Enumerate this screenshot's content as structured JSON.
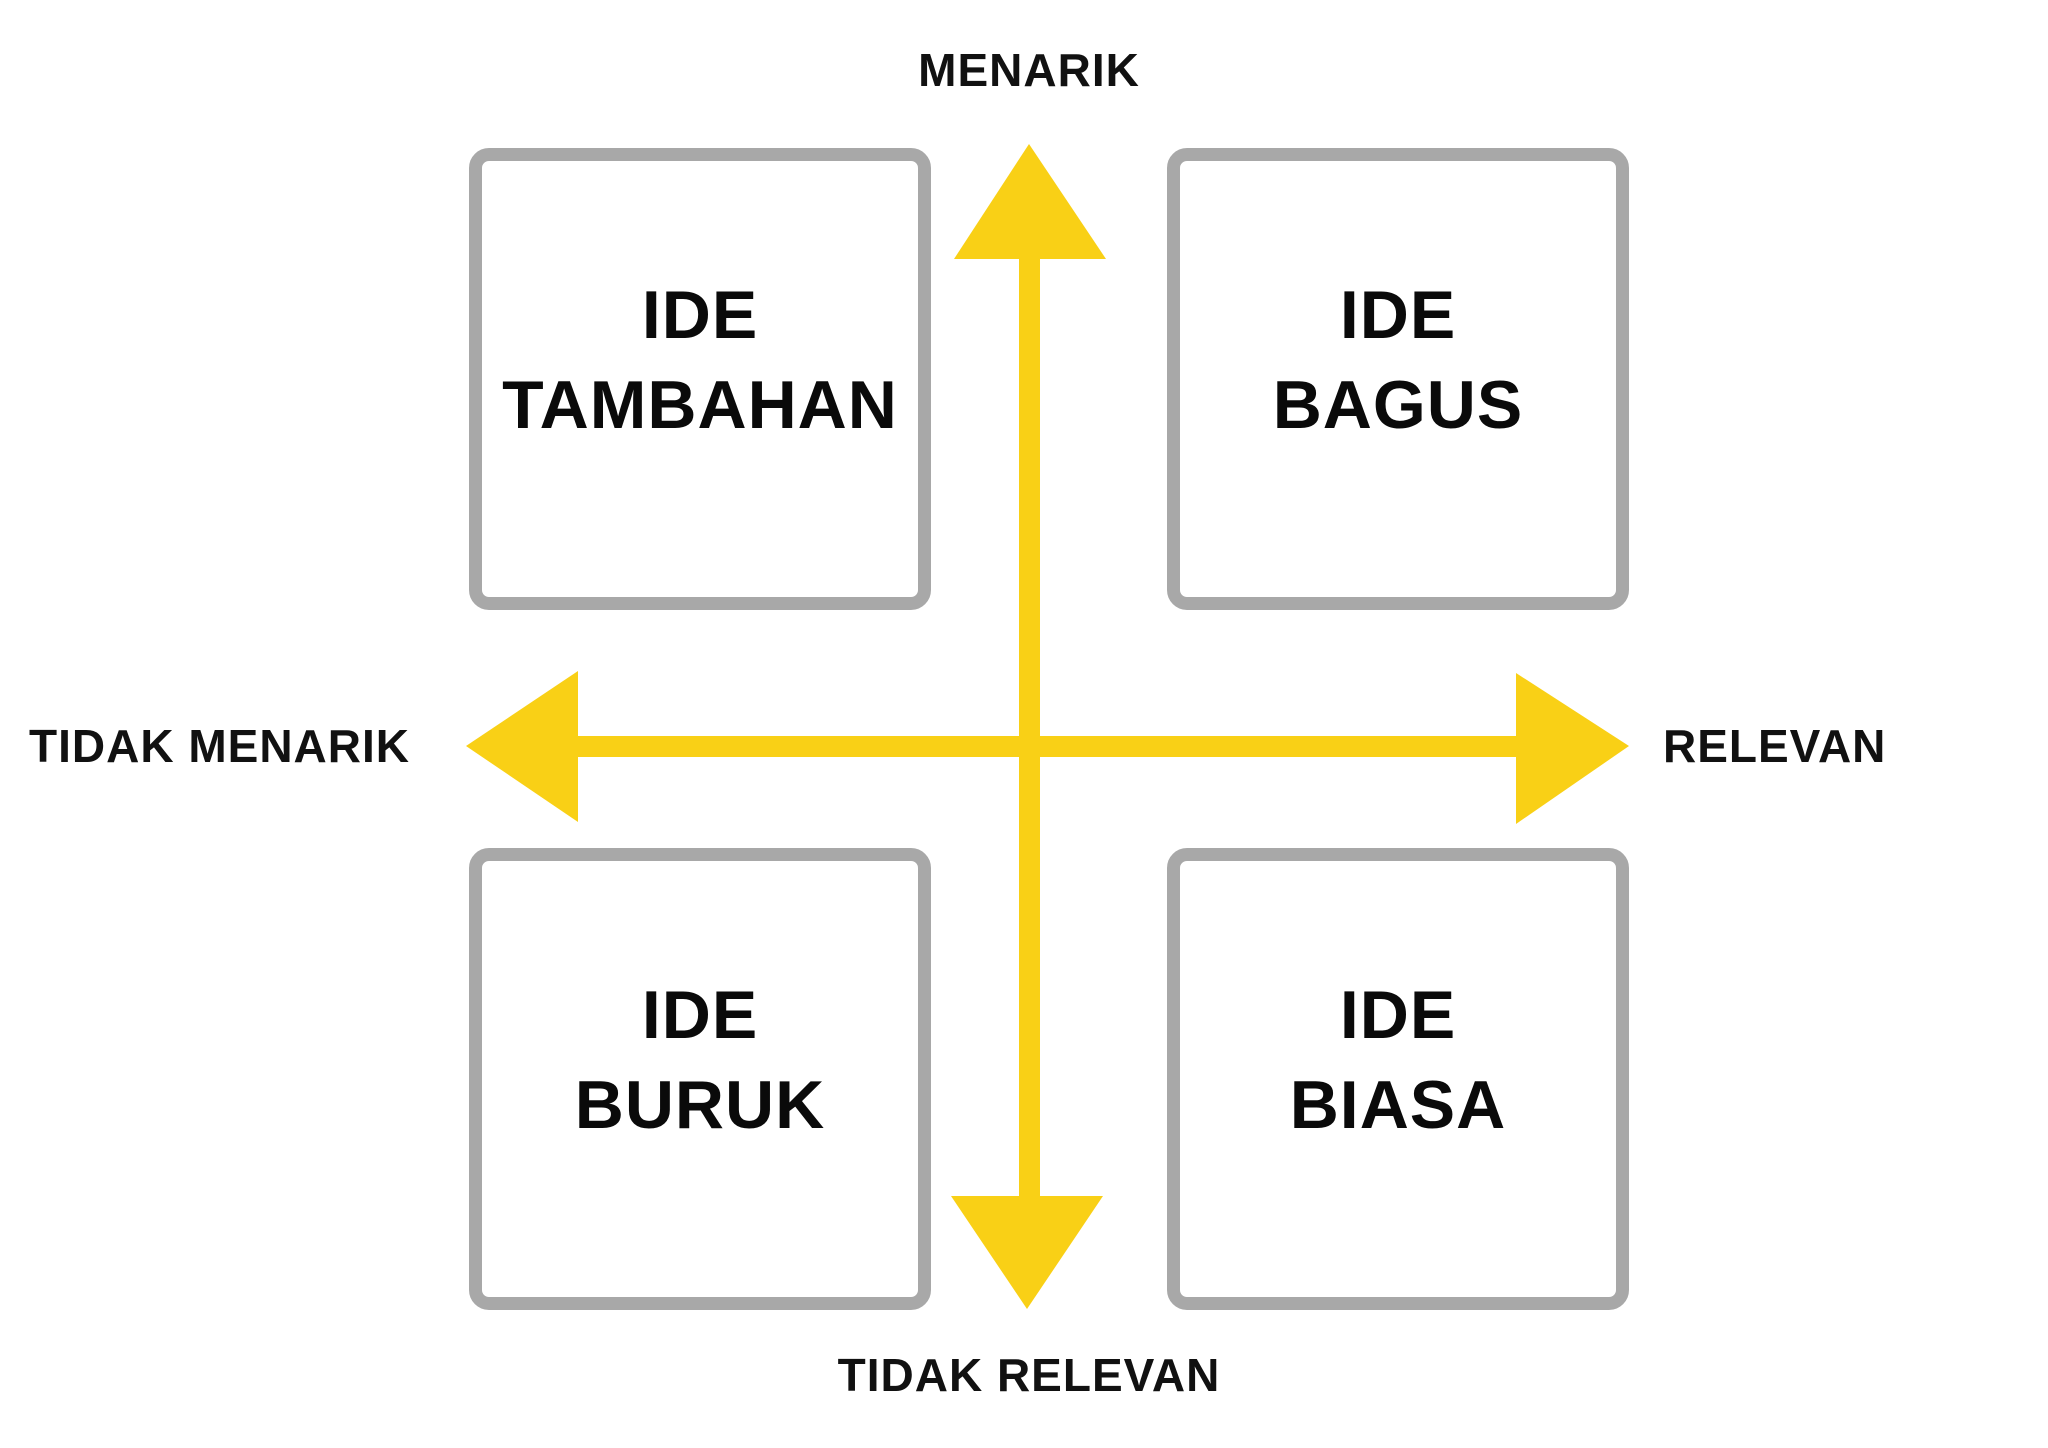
{
  "axes": {
    "top": "MENARIK",
    "bottom": "TIDAK RELEVAN",
    "left": "TIDAK MENARIK",
    "right": "RELEVAN"
  },
  "quadrants": {
    "top_left": {
      "line1": "IDE",
      "line2": "TAMBAHAN"
    },
    "top_right": {
      "line1": "IDE",
      "line2": "BAGUS"
    },
    "bottom_left": {
      "line1": "IDE",
      "line2": "BURUK"
    },
    "bottom_right": {
      "line1": "IDE",
      "line2": "BIASA"
    }
  },
  "colors": {
    "arrow": "#F9D016",
    "border": "#A8A8A8",
    "text": "#0A0A0A"
  }
}
